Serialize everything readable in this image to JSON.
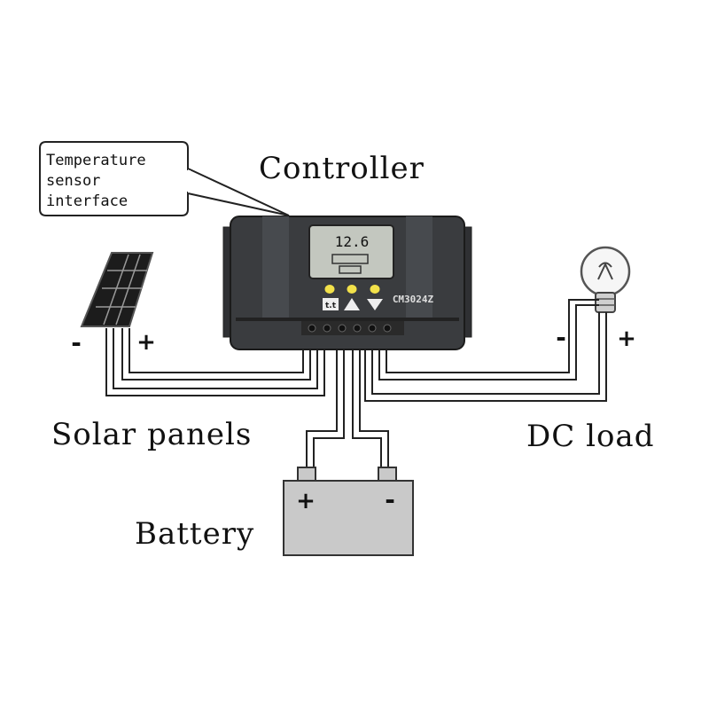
{
  "callout": {
    "lines": [
      "Temperature",
      "sensor",
      "interface"
    ]
  },
  "labels": {
    "controller": "Controller",
    "solar_panels": "Solar panels",
    "dc_load": "DC load",
    "battery": "Battery"
  },
  "controller_device": {
    "display_value": "12.6",
    "model": "CM3024Z",
    "button_icons": [
      "t.t",
      "warning-icon",
      "load-icon"
    ],
    "led_color": "#f2e14a",
    "body_color": "#3a3c3f"
  },
  "polarity": {
    "solar_minus": "-",
    "solar_plus": "+",
    "load_minus": "-",
    "load_plus": "+",
    "battery_plus": "+",
    "battery_minus": "-"
  }
}
